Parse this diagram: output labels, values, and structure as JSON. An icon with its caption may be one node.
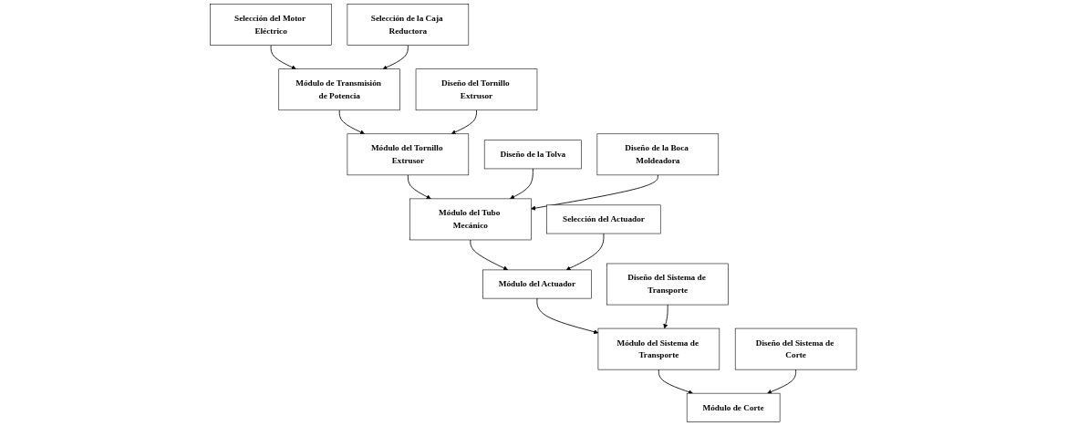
{
  "diagram": {
    "nodes": [
      {
        "text": [
          "Módulo de Transmisión de Potencia"
        ]
      },
      {
        "text": [
          "Módulo del Tornillo Extrusor"
        ]
      },
      {
        "text": [
          "Módulo del Tubo Mecánico"
        ]
      },
      {
        "text": [
          "Selección del Motor Eléctrico"
        ]
      },
      {
        "text": [
          "Selección de la Caja Reductora"
        ]
      },
      {
        "text": [
          "Diseño del Tornillo Extrusor"
        ]
      },
      {
        "text": [
          "Diseño de la Tolva"
        ]
      },
      {
        "text": [
          "Diseño de la Boca Moldeadora"
        ]
      },
      {
        "text": [
          "Módulo de Corte"
        ]
      },
      {
        "text": [
          "Módulo del Sistema de Transporte"
        ]
      },
      {
        "text": [
          "Módulo del Actuador"
        ]
      },
      {
        "text": [
          "Diseño del Sistema de Corte"
        ]
      },
      {
        "text": [
          "Diseño del Sistema de Transporte"
        ]
      },
      {
        "text": [
          "Selección del Actuador"
        ]
      }
    ],
    "edges": [
      {
        "from": 0,
        "to": 1,
        "arrow": "to"
      },
      {
        "from": 1,
        "to": 2,
        "arrow": "to"
      },
      {
        "from": 2,
        "to": 10,
        "arrow": "to"
      },
      {
        "from": 3,
        "to": 0,
        "arrow": "to"
      },
      {
        "from": 4,
        "to": 0,
        "arrow": "to"
      },
      {
        "from": 5,
        "to": 1,
        "arrow": "to"
      },
      {
        "from": 6,
        "to": 2,
        "arrow": "to"
      },
      {
        "from": 7,
        "to": 2,
        "arrow": "to"
      },
      {
        "from": 10,
        "to": 9,
        "arrow": "to"
      },
      {
        "from": 9,
        "to": 8,
        "arrow": "to"
      },
      {
        "from": 11,
        "to": 8,
        "arrow": "to"
      },
      {
        "from": 12,
        "to": 9,
        "arrow": "to"
      },
      {
        "from": 13,
        "to": 10,
        "arrow": "to"
      }
    ]
  }
}
